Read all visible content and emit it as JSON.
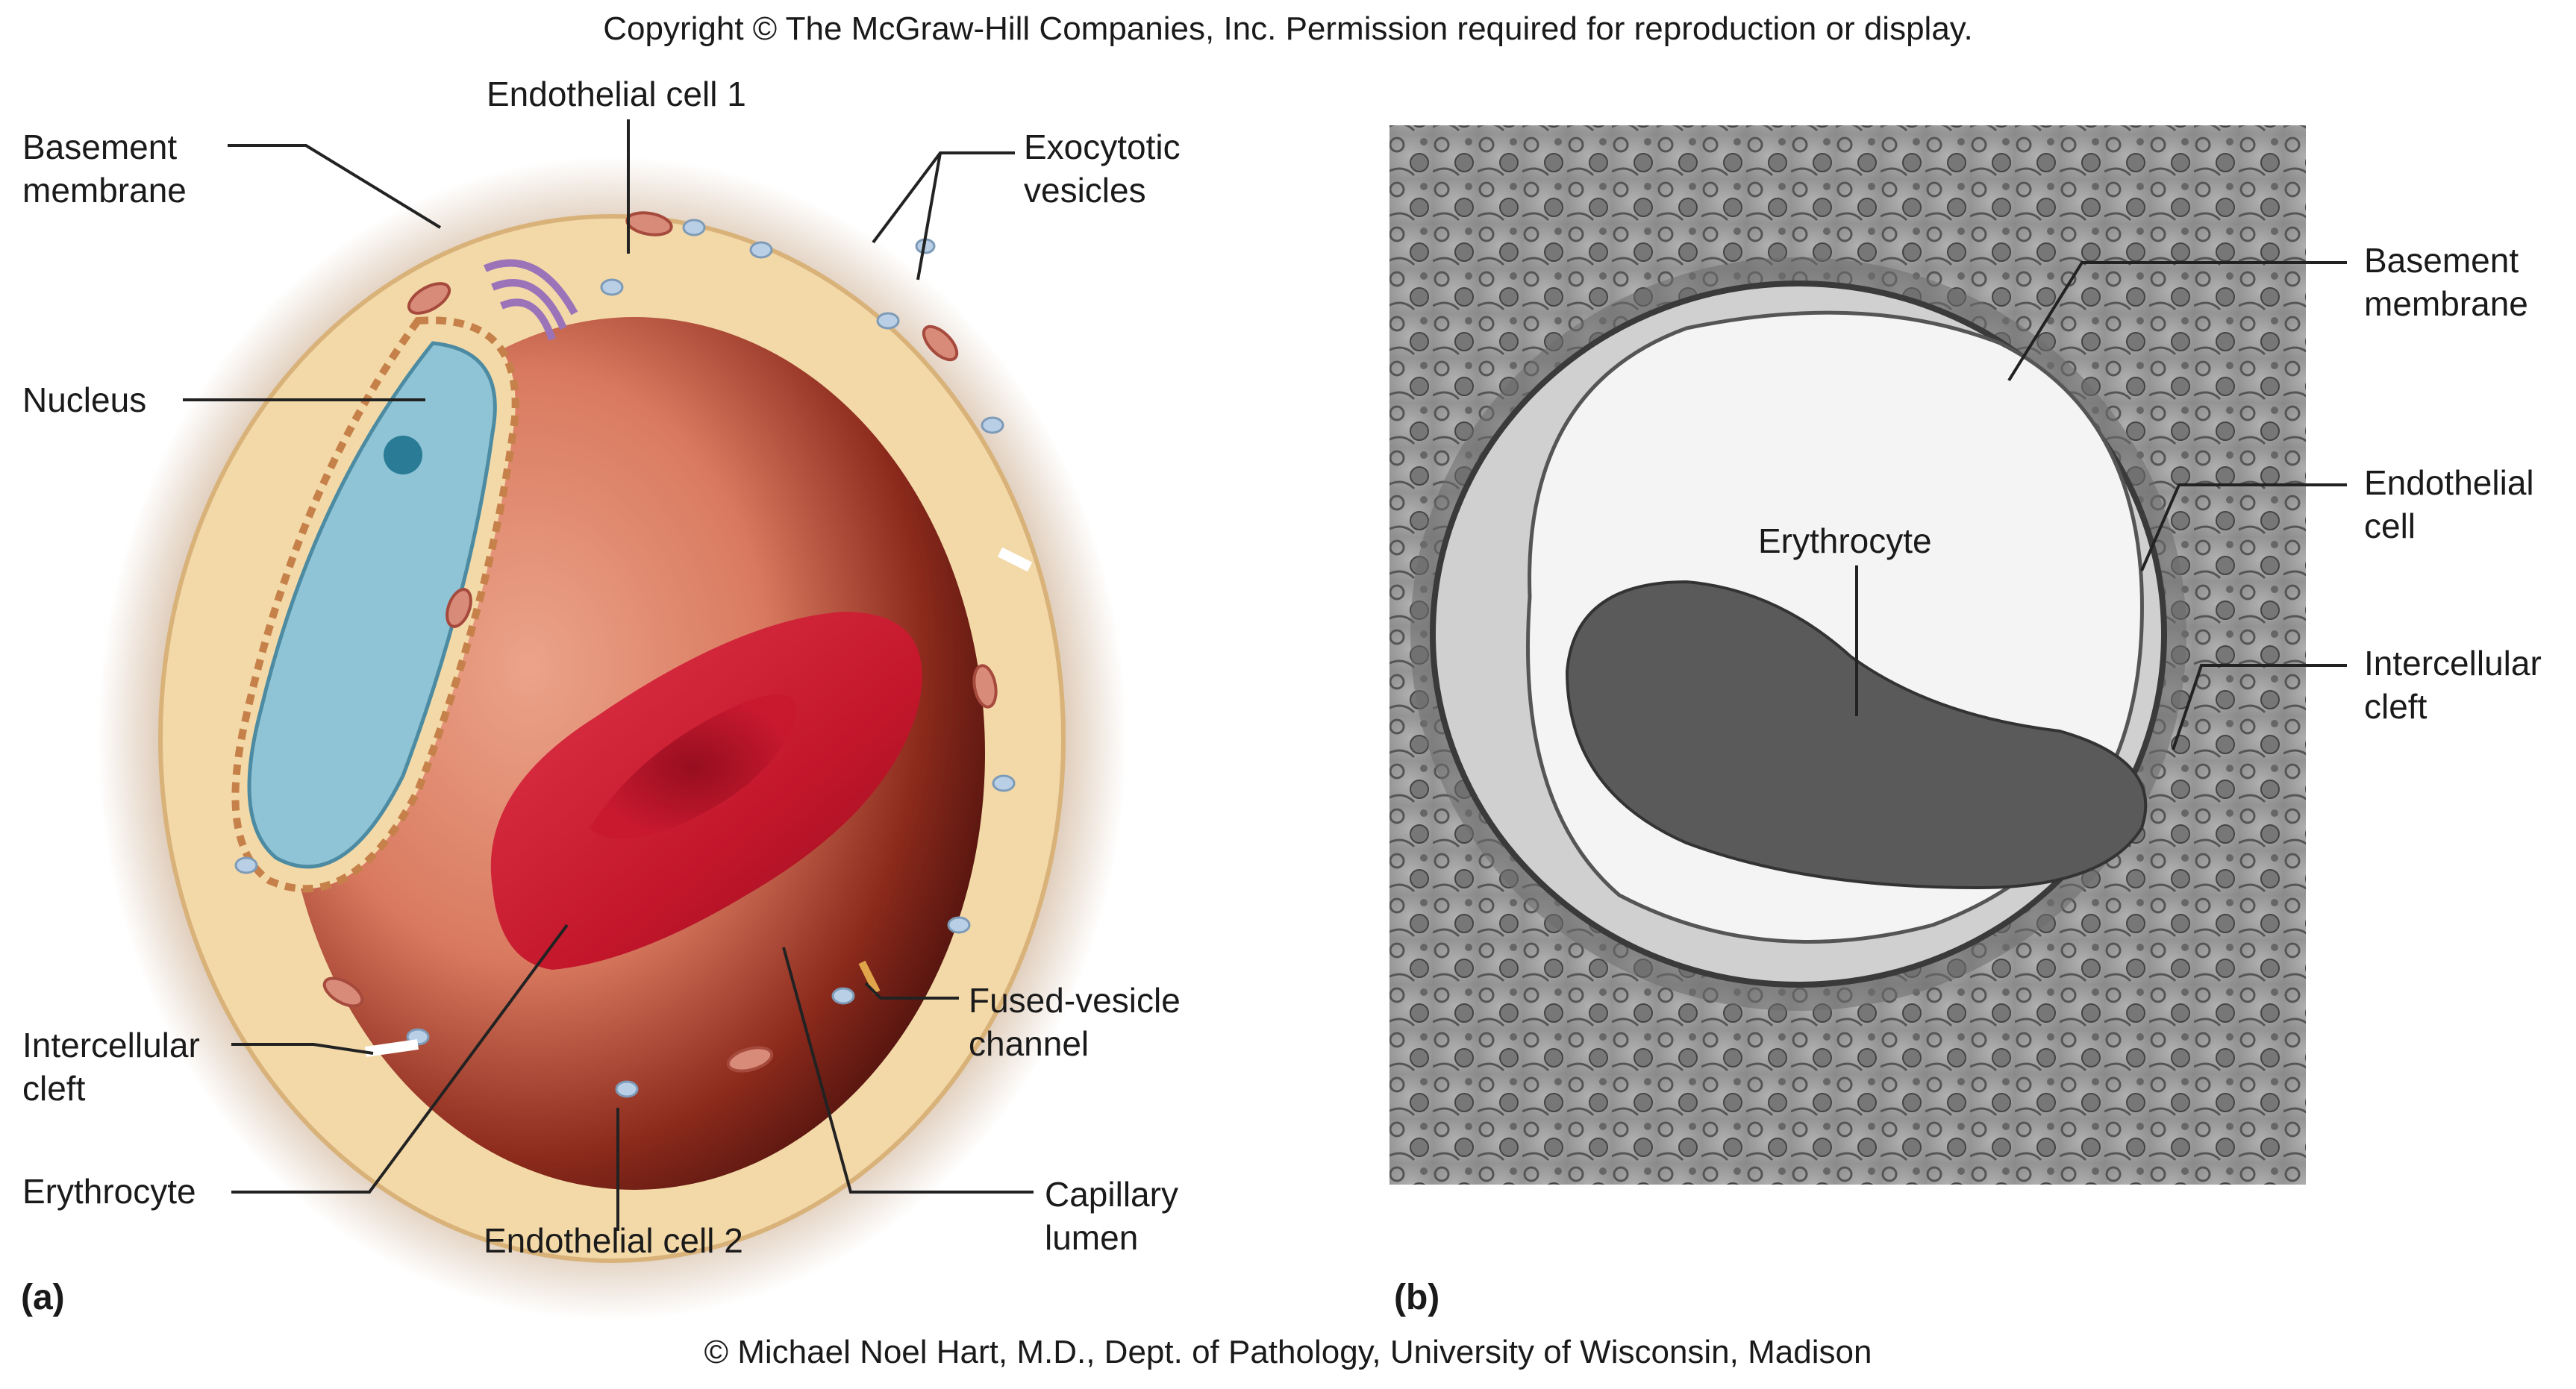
{
  "header": {
    "copyright": "Copyright © The McGraw-Hill Companies, Inc. Permission required for reproduction or display."
  },
  "footer": {
    "credit": "© Michael Noel Hart, M.D., Dept. of Pathology, University of Wisconsin, Madison"
  },
  "panel_a": {
    "label": "(a)",
    "labels": {
      "basement_membrane": "Basement\nmembrane",
      "endothelial_cell_1": "Endothelial cell 1",
      "exocytotic_vesicles": "Exocytotic\nvesicles",
      "nucleus": "Nucleus",
      "intercellular_cleft": "Intercellular\ncleft",
      "erythrocyte": "Erythrocyte",
      "endothelial_cell_2": "Endothelial cell 2",
      "fused_vesicle_channel": "Fused-vesicle\nchannel",
      "capillary_lumen": "Capillary\nlumen"
    }
  },
  "panel_b": {
    "label": "(b)",
    "labels": {
      "basement_membrane": "Basement\nmembrane",
      "endothelial_cell": "Endothelial\ncell",
      "intercellular_cleft": "Intercellular\ncleft",
      "erythrocyte": "Erythrocyte"
    }
  },
  "colors": {
    "cytoplasm": "#f3d9a8",
    "nucleus": "#8fc3d6",
    "lumen": "#e89a7f",
    "erythrocyte": "#c8182e",
    "micrograph_bg": "#9a9a9a"
  }
}
